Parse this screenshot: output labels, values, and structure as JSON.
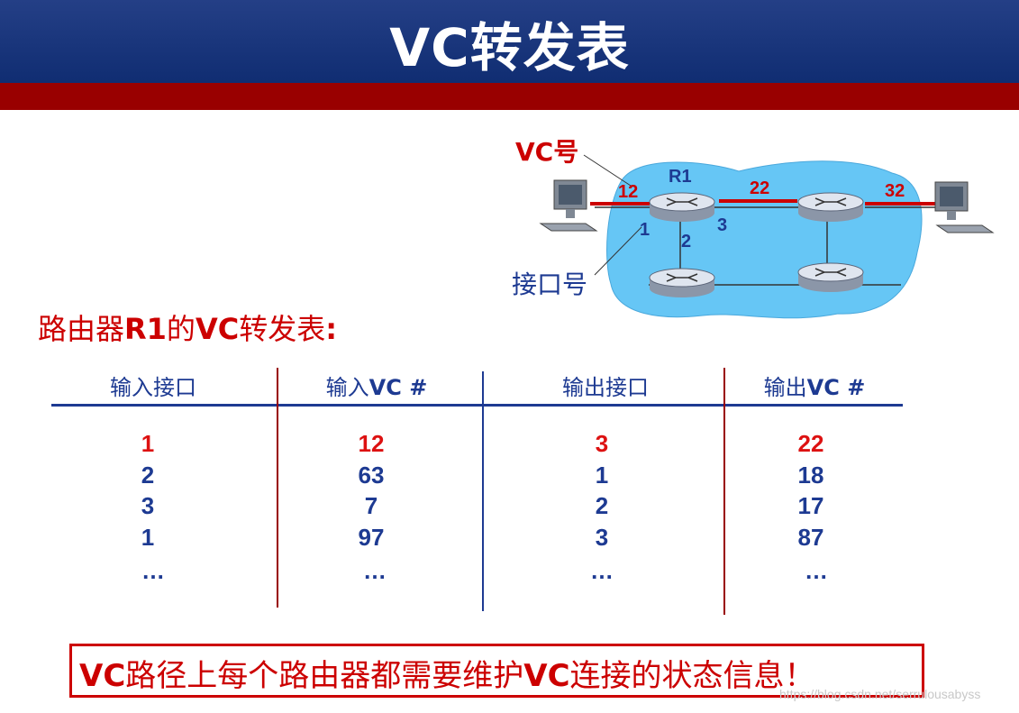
{
  "title": "VC转发表",
  "diagram": {
    "vc_label": "VC号",
    "port_label": "接口号",
    "router_name": "R1",
    "vc_in": "12",
    "vc_mid": "22",
    "vc_out": "32",
    "port_1": "1",
    "port_2": "2",
    "port_3": "3"
  },
  "subtitle": {
    "prefix": "路由器",
    "router": "R1",
    "mid": "的",
    "vc": "VC",
    "suffix": "转发表",
    "colon": ":"
  },
  "table": {
    "headers": {
      "in_iface": "输入接口",
      "in_vc_prefix": "输入",
      "in_vc_bold": "VC #",
      "out_iface": "输出接口",
      "out_vc_prefix": "输出",
      "out_vc_bold": "VC #"
    },
    "rows": [
      [
        "1",
        "12",
        "3",
        "22"
      ],
      [
        "2",
        "63",
        "1",
        "18"
      ],
      [
        "3",
        "7",
        "2",
        "17"
      ],
      [
        "1",
        "97",
        "3",
        "87"
      ],
      [
        "…",
        "…",
        "…",
        "…"
      ]
    ]
  },
  "note": {
    "vc1": "VC",
    "text1": "路径上每个路由器都需要维护",
    "vc2": "VC",
    "text2": "连接的状态信息！"
  },
  "watermark": "https://blog.csdn.net/serrulousabyss",
  "colors": {
    "header_blue": "#1a3579",
    "stripe_red": "#990000",
    "accent_red": "#cc0000",
    "text_blue": "#1d3a92",
    "cloud": "#66c6f5"
  }
}
